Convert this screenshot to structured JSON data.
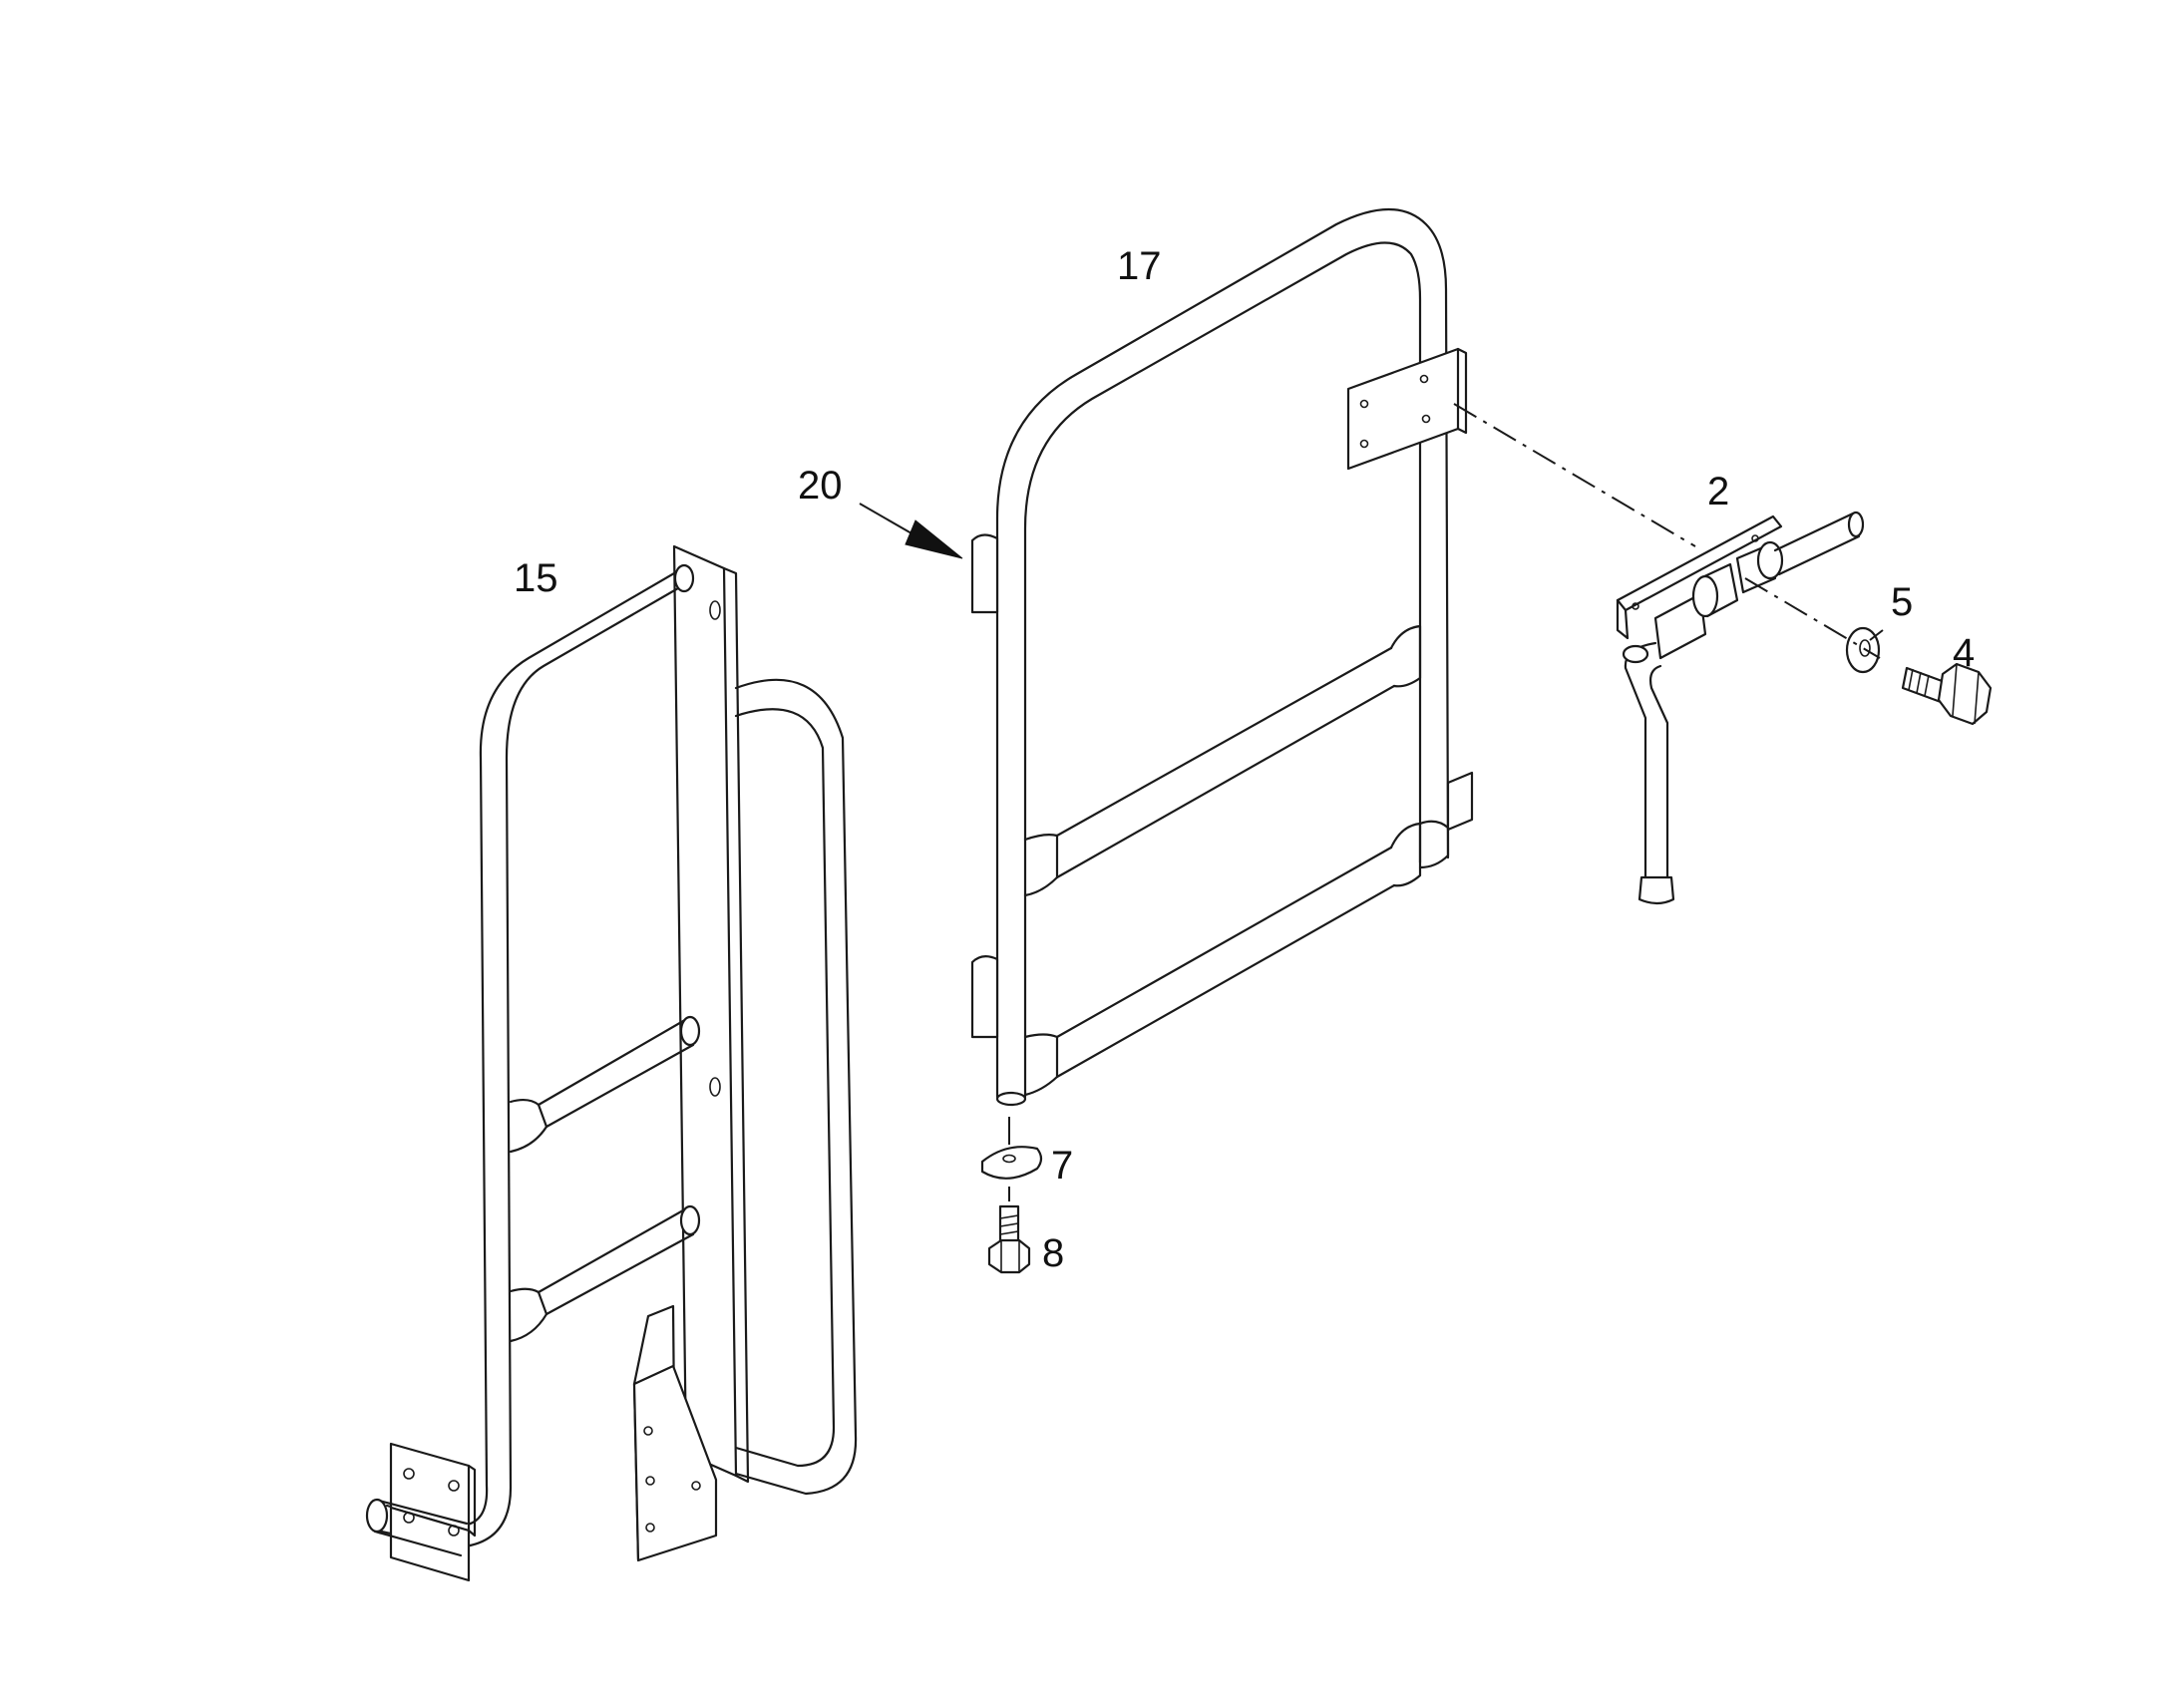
{
  "callouts": {
    "part_2": "2",
    "part_4": "4",
    "part_5": "5",
    "part_7": "7",
    "part_8": "8",
    "part_15": "15",
    "part_17": "17",
    "part_20": "20"
  },
  "colors": {
    "line": "#1a1a1a",
    "background": "#ffffff"
  }
}
